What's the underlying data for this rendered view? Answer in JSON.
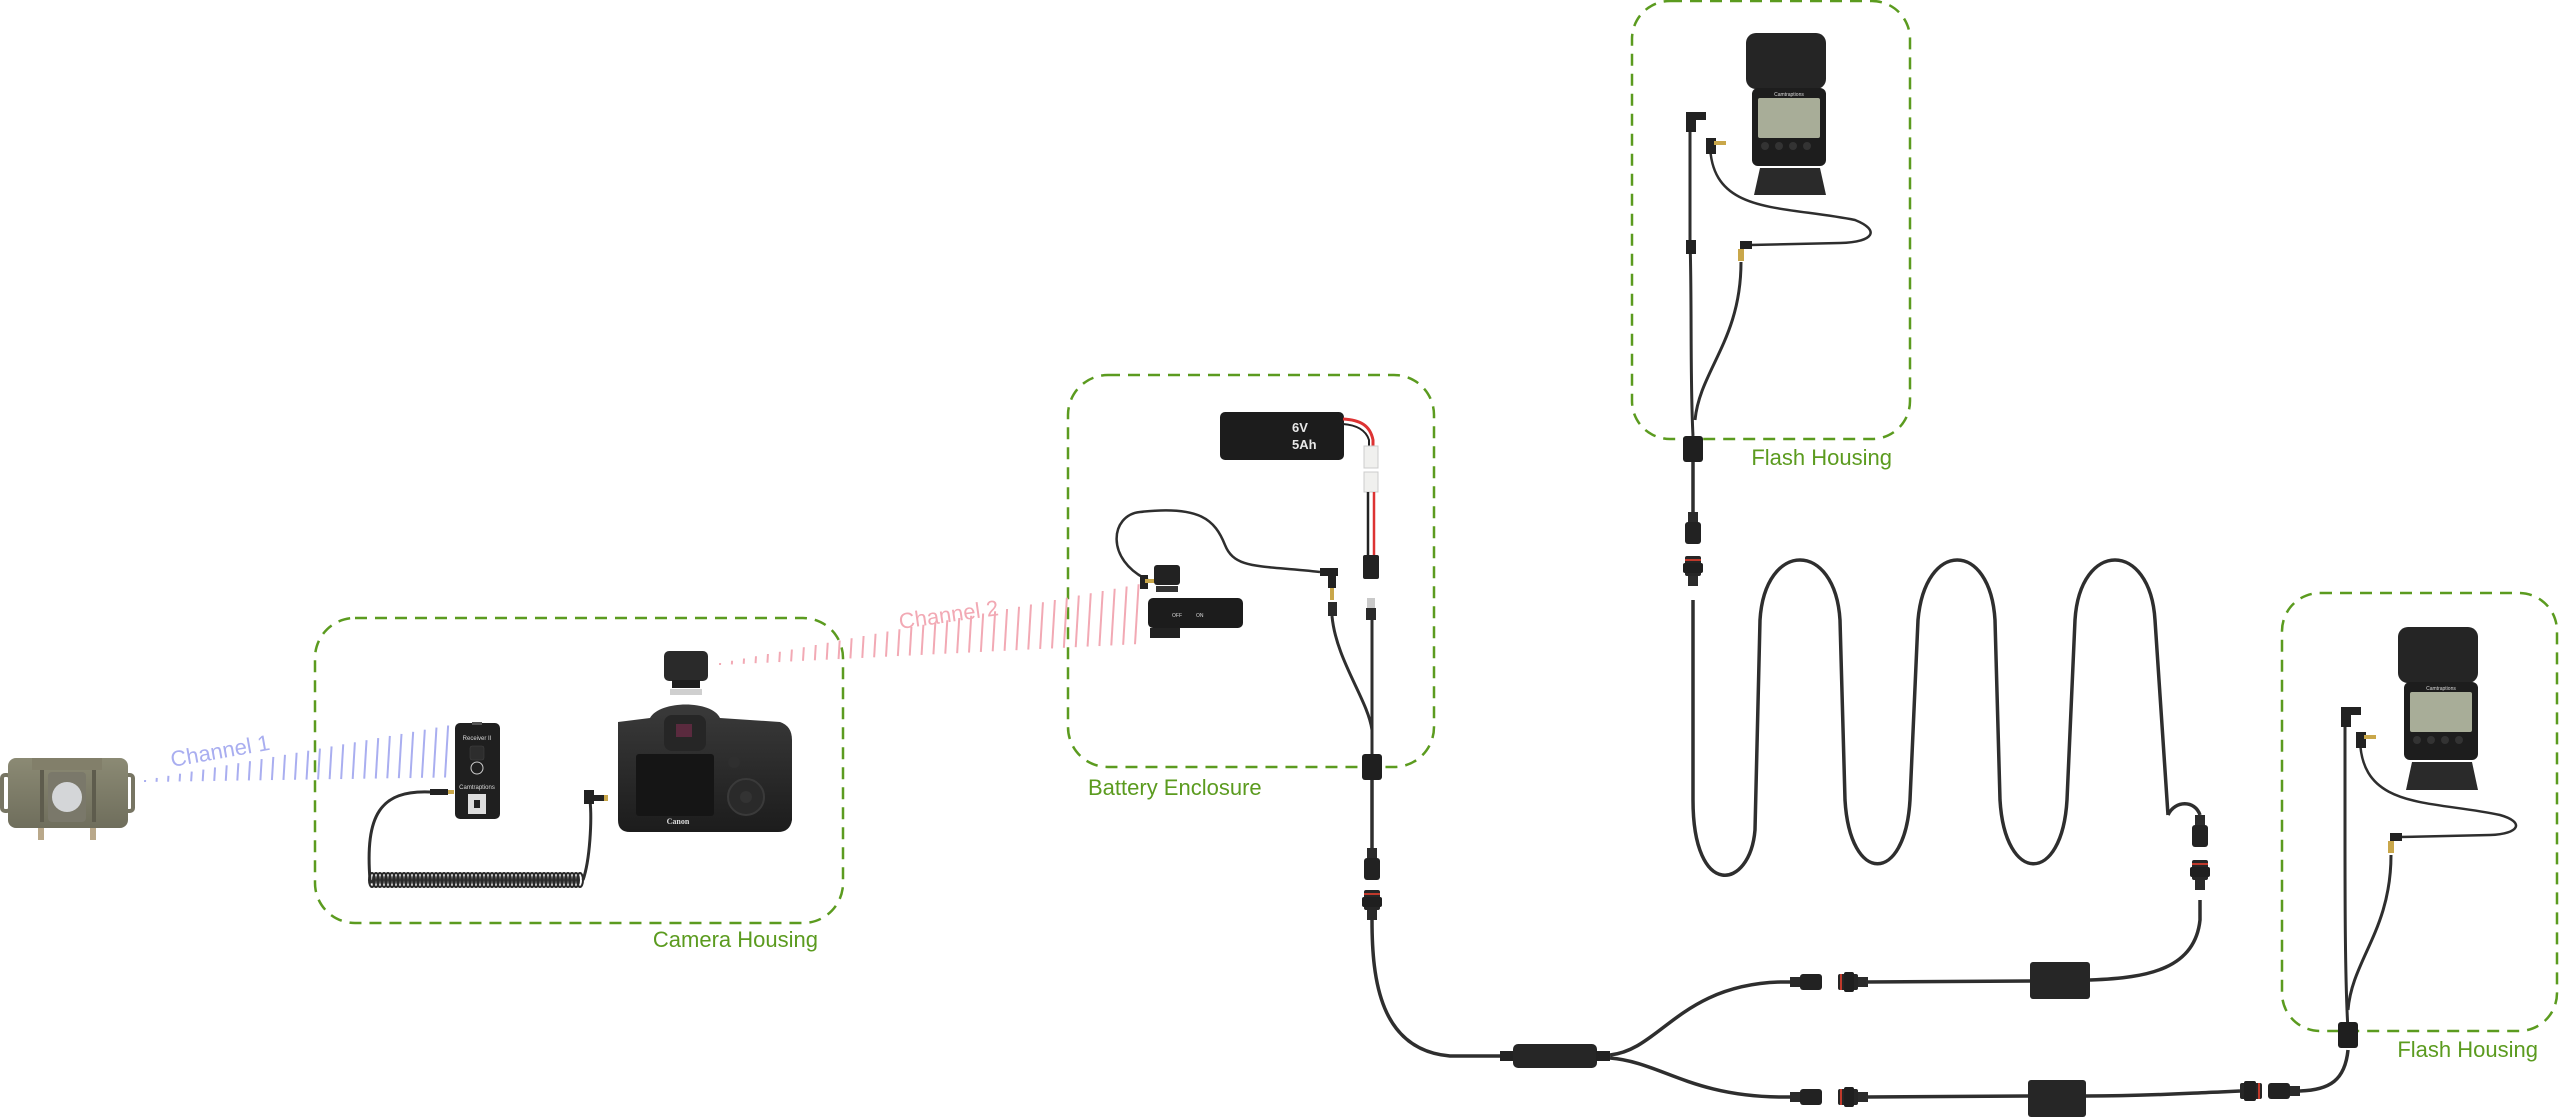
{
  "colors": {
    "enclosure_border": "#5b9b1f",
    "channel1": "#a9aef0",
    "channel2": "#f2a9b4",
    "cable": "#2e2e2e",
    "connector_ring": "#c0392b"
  },
  "groups": {
    "camera_housing": {
      "label": "Camera Housing"
    },
    "battery_enclosure": {
      "label": "Battery Enclosure"
    },
    "flash_housing_1": {
      "label": "Flash Housing"
    },
    "flash_housing_2": {
      "label": "Flash Housing"
    }
  },
  "channels": {
    "channel1": {
      "label": "Channel 1"
    },
    "channel2": {
      "label": "Channel 2"
    }
  },
  "devices": {
    "motion_sensor": {
      "icon": "pir-sensor-icon"
    },
    "receiver_1": {
      "title": "Receiver II",
      "brand": "Camtraptions",
      "icon": "wireless-receiver-icon"
    },
    "camera": {
      "brand": "Canon",
      "icon": "dslr-camera-icon"
    },
    "transmitter": {
      "icon": "wireless-transmitter-icon"
    },
    "battery": {
      "voltage": "6V",
      "capacity": "5Ah",
      "icon": "battery-pack-icon"
    },
    "receiver_2": {
      "switch_off": "OFF",
      "switch_on": "ON",
      "icon": "wireless-receiver-icon"
    },
    "flash_1": {
      "brand": "Camtraptions",
      "icon": "flash-unit-icon"
    },
    "flash_2": {
      "brand": "Camtraptions",
      "icon": "flash-unit-icon"
    },
    "splitter": {
      "icon": "y-splitter-icon"
    },
    "inline_module_1": {
      "icon": "inline-module-icon"
    },
    "inline_module_2": {
      "icon": "inline-module-icon"
    }
  }
}
